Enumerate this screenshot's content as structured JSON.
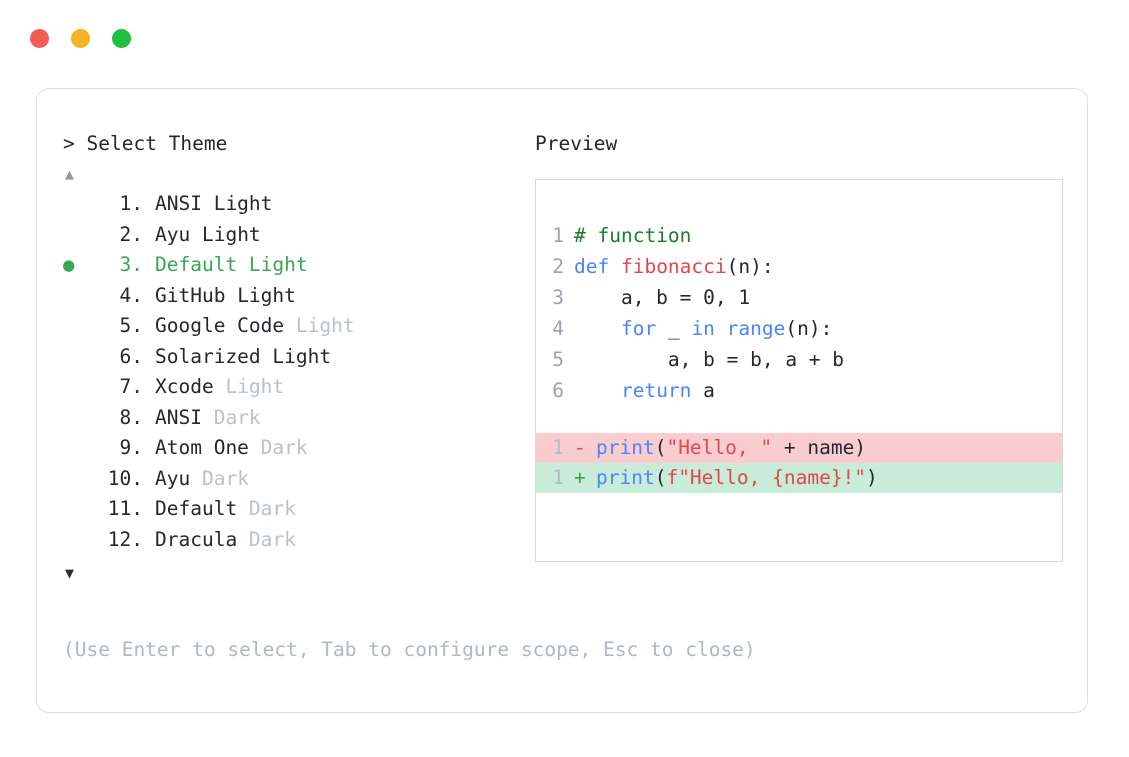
{
  "window": {
    "controls": [
      {
        "name": "close",
        "color": "#f45b56"
      },
      {
        "name": "minimize",
        "color": "#f5b426"
      },
      {
        "name": "maximize",
        "color": "#21bf3f"
      }
    ]
  },
  "picker": {
    "prompt_caret": ">",
    "prompt_label": "Select Theme",
    "scroll_up_icon": "▲",
    "scroll_down_icon": "▼",
    "selected_bullet": "●",
    "selected_index": 3,
    "selected_color": "#3aa655",
    "items": [
      {
        "number": "1.",
        "name": "ANSI",
        "suffix": "Light",
        "suffix_dim": false,
        "selected": false
      },
      {
        "number": "2.",
        "name": "Ayu",
        "suffix": "Light",
        "suffix_dim": false,
        "selected": false
      },
      {
        "number": "3.",
        "name": "Default",
        "suffix": "Light",
        "suffix_dim": false,
        "selected": true
      },
      {
        "number": "4.",
        "name": "GitHub",
        "suffix": "Light",
        "suffix_dim": false,
        "selected": false
      },
      {
        "number": "5.",
        "name": "Google Code",
        "suffix": "Light",
        "suffix_dim": true,
        "selected": false
      },
      {
        "number": "6.",
        "name": "Solarized",
        "suffix": "Light",
        "suffix_dim": false,
        "selected": false
      },
      {
        "number": "7.",
        "name": "Xcode",
        "suffix": "Light",
        "suffix_dim": true,
        "selected": false
      },
      {
        "number": "8.",
        "name": "ANSI",
        "suffix": "Dark",
        "suffix_dim": true,
        "selected": false
      },
      {
        "number": "9.",
        "name": "Atom One",
        "suffix": "Dark",
        "suffix_dim": true,
        "selected": false
      },
      {
        "number": "10.",
        "name": "Ayu",
        "suffix": "Dark",
        "suffix_dim": true,
        "selected": false
      },
      {
        "number": "11.",
        "name": "Default",
        "suffix": "Dark",
        "suffix_dim": true,
        "selected": false
      },
      {
        "number": "12.",
        "name": "Dracula",
        "suffix": "Dark",
        "suffix_dim": true,
        "selected": false
      }
    ]
  },
  "footer": {
    "hint": "(Use Enter to select, Tab to configure scope, Esc to close)"
  },
  "preview": {
    "title": "Preview",
    "code_lines": [
      {
        "num": "1",
        "tokens": [
          {
            "t": "# function",
            "c": "comment"
          }
        ]
      },
      {
        "num": "2",
        "tokens": [
          {
            "t": "def ",
            "c": "kw"
          },
          {
            "t": "fibonacci",
            "c": "fn"
          },
          {
            "t": "(n):",
            "c": "plain"
          }
        ]
      },
      {
        "num": "3",
        "tokens": [
          {
            "t": "    a, b = 0, 1",
            "c": "plain"
          }
        ]
      },
      {
        "num": "4",
        "tokens": [
          {
            "t": "    ",
            "c": "plain"
          },
          {
            "t": "for",
            "c": "kw"
          },
          {
            "t": " _ ",
            "c": "plain"
          },
          {
            "t": "in range",
            "c": "kw"
          },
          {
            "t": "(n):",
            "c": "plain"
          }
        ]
      },
      {
        "num": "5",
        "tokens": [
          {
            "t": "        a, b = b, a + b",
            "c": "plain"
          }
        ]
      },
      {
        "num": "6",
        "tokens": [
          {
            "t": "    ",
            "c": "plain"
          },
          {
            "t": "return",
            "c": "kw"
          },
          {
            "t": " a",
            "c": "plain"
          }
        ]
      }
    ],
    "diff_lines": [
      {
        "num": "1",
        "sign": "-",
        "kind": "del",
        "tokens": [
          {
            "t": "print",
            "c": "kw"
          },
          {
            "t": "(",
            "c": "plain"
          },
          {
            "t": "\"Hello, \"",
            "c": "str"
          },
          {
            "t": " + name)",
            "c": "plain"
          }
        ]
      },
      {
        "num": "1",
        "sign": "+",
        "kind": "add",
        "tokens": [
          {
            "t": "print",
            "c": "kw"
          },
          {
            "t": "(",
            "c": "plain"
          },
          {
            "t": "f\"Hello, {name}!\"",
            "c": "str"
          },
          {
            "t": ")",
            "c": "plain"
          }
        ]
      }
    ],
    "diff_del_bg": "#f9ccd0",
    "diff_add_bg": "#c9ecd8"
  }
}
